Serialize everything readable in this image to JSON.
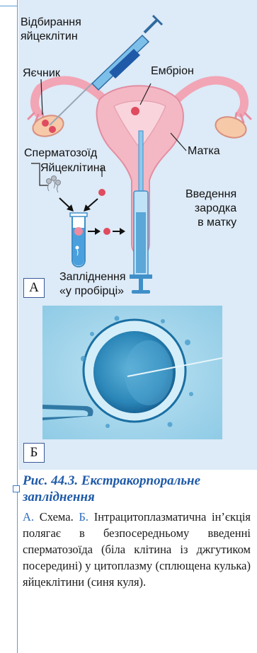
{
  "scheme": {
    "label_retrieval": "Відбирання яйцеклітин",
    "label_retrieval_line1": "Відбирання",
    "label_retrieval_line2": "яйцеклітин",
    "label_ovary": "Яєчник",
    "label_embryo": "Ембріон",
    "label_uterus": "Матка",
    "label_sperm": "Сперматозоїд",
    "label_egg": "Яйцеклітина",
    "label_transfer_line1": "Введення",
    "label_transfer_line2": "зародка",
    "label_transfer_line3": "в матку",
    "label_ivf_line1": "Запліднення",
    "label_ivf_line2": "«у пробірці»",
    "panel_a": "А",
    "panel_b": "Б"
  },
  "caption": {
    "title": "Рис. 44.3. Екстракорпоральне запліднення",
    "a_marker": "А.",
    "a_text": "Схема.",
    "b_marker": "Б.",
    "b_text": "Інтрацитоплазматична ін’єкція полягає в безпосередньому введенні сперматозоїда (біла клітина із джгутиком посередині) у цитоплазму (сплющена кулька) яйцеклітини (синя куля)."
  },
  "colors": {
    "figure_bg": "#ddeaf7",
    "uterus": "#f4b8c4",
    "accent_blue": "#1f5aa8",
    "syringe": "#5aa7d8",
    "photo_blue": "#2b86b8"
  }
}
